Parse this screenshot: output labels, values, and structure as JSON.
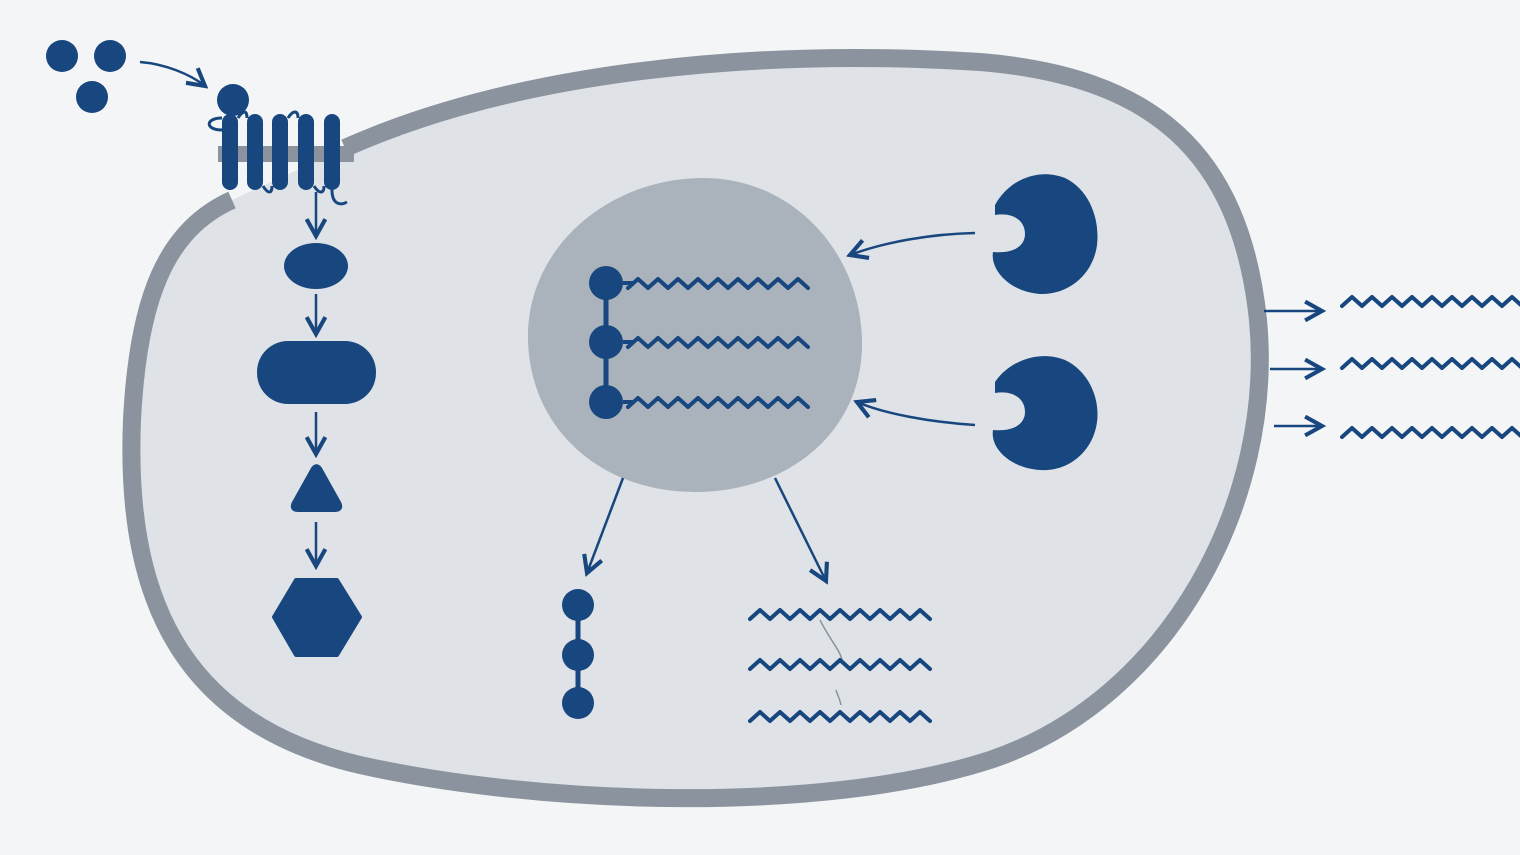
{
  "diagram": {
    "colors": {
      "background": "#f4f5f6",
      "cytoplasm": "#dfe2e6",
      "membrane": "#8a939e",
      "nucleus": "#aab2bc",
      "molecule": "#17477e",
      "arrow": "#17477e"
    },
    "elements": {
      "ligands": {
        "count": 3,
        "icon": "ligand-dot-icon"
      },
      "receptor": {
        "icon": "transmembrane-receptor-icon",
        "helices": 5
      },
      "cascade": [
        "oval-icon",
        "capsule-icon",
        "triangle-icon",
        "hexagon-icon"
      ],
      "nucleus": {
        "dna_strands": 3
      },
      "nuclear_factors": {
        "count": 2,
        "icon": "pac-man-factor-icon"
      },
      "cytoplasmic_products": {
        "chain_beads": 3,
        "rna_strands": 3
      },
      "secreted_products": {
        "rna_strands": 3
      }
    }
  }
}
